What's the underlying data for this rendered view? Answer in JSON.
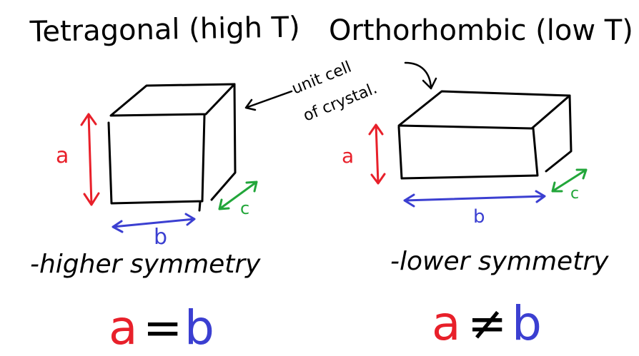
{
  "colors": {
    "ink": "#000000",
    "red": "#e8202a",
    "blue": "#3b3fd1",
    "green": "#22a63a",
    "background": "#ffffff"
  },
  "left": {
    "title": "Tetragonal (high T)",
    "label_a": "a",
    "label_b": "b",
    "label_c": "c",
    "property": "-higher symmetry",
    "eq_a": "a",
    "eq_op": "=",
    "eq_b": "b"
  },
  "right": {
    "title": "Orthorhombic (low T)",
    "label_a": "a",
    "label_b": "b",
    "label_c": "c",
    "property": "-lower symmetry",
    "eq_a": "a",
    "eq_op": "≠",
    "eq_b": "b"
  },
  "annotation": {
    "line1": "unit cell",
    "line2": "of crystal."
  }
}
